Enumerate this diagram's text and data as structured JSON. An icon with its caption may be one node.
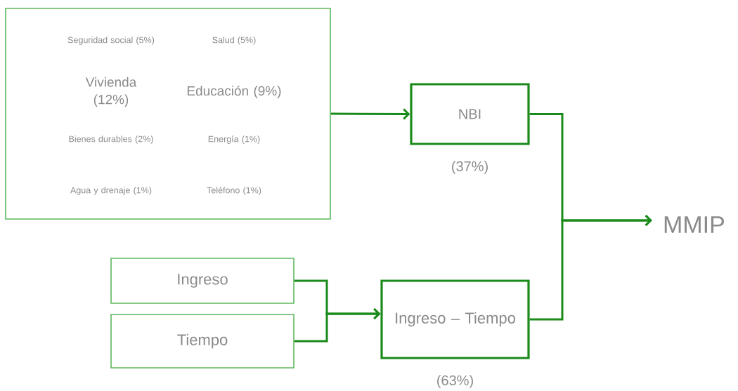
{
  "diagram": {
    "nodes": [
      {
        "text": [
          "Seguridad social (5%)",
          "Salud (5%)",
          "Vivienda (12%)",
          "Educación (9%)",
          "Bienes durables (2%)",
          "Energía (1%)",
          "Agua y drenaje (1%)",
          "Teléfono (1%)"
        ]
      },
      {
        "text": [
          "NBI"
        ],
        "beside": [
          "(37%)"
        ]
      },
      {
        "text": [
          "Ingreso"
        ]
      },
      {
        "text": [
          "Tiempo"
        ]
      },
      {
        "text": [
          "Ingreso – Tiempo"
        ],
        "beside": [
          "(63%)"
        ]
      },
      {
        "text": [
          "MMIP"
        ]
      }
    ],
    "edges": [
      {
        "from": 0,
        "to": 1,
        "arrow": "to"
      },
      {
        "from": 2,
        "to": 4,
        "arrow": "to"
      },
      {
        "from": 3,
        "to": 4,
        "arrow": "to"
      },
      {
        "from": 1,
        "to": 5,
        "arrow": "to"
      },
      {
        "from": 4,
        "to": 5,
        "arrow": "to"
      }
    ]
  }
}
